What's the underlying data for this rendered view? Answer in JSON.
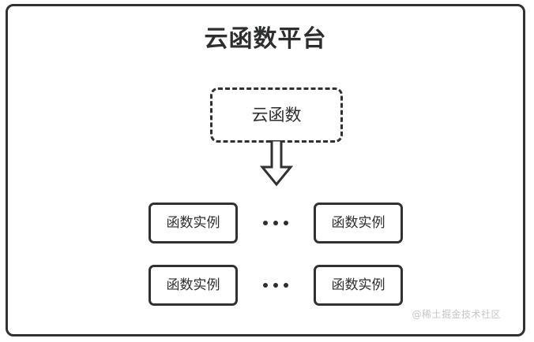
{
  "diagram": {
    "background_color": "#ffffff",
    "stroke_color": "#2f3132",
    "text_color": "#2c2e2f",
    "platform": {
      "title": "云函数平台",
      "border_style": "solid"
    },
    "cloud_function": {
      "label": "云函数",
      "border_style": "dashed"
    },
    "arrow": {
      "name": "down-block-arrow",
      "direction": "down"
    },
    "instance_rows": [
      {
        "left_box": {
          "label": "函数实例"
        },
        "separator": "···",
        "right_box": {
          "label": "函数实例"
        }
      },
      {
        "left_box": {
          "label": "函数实例"
        },
        "separator": "···",
        "right_box": {
          "label": "函数实例"
        }
      }
    ],
    "watermark": {
      "text": "@稀土掘金技术社区",
      "color": "#c4c6c8"
    }
  }
}
